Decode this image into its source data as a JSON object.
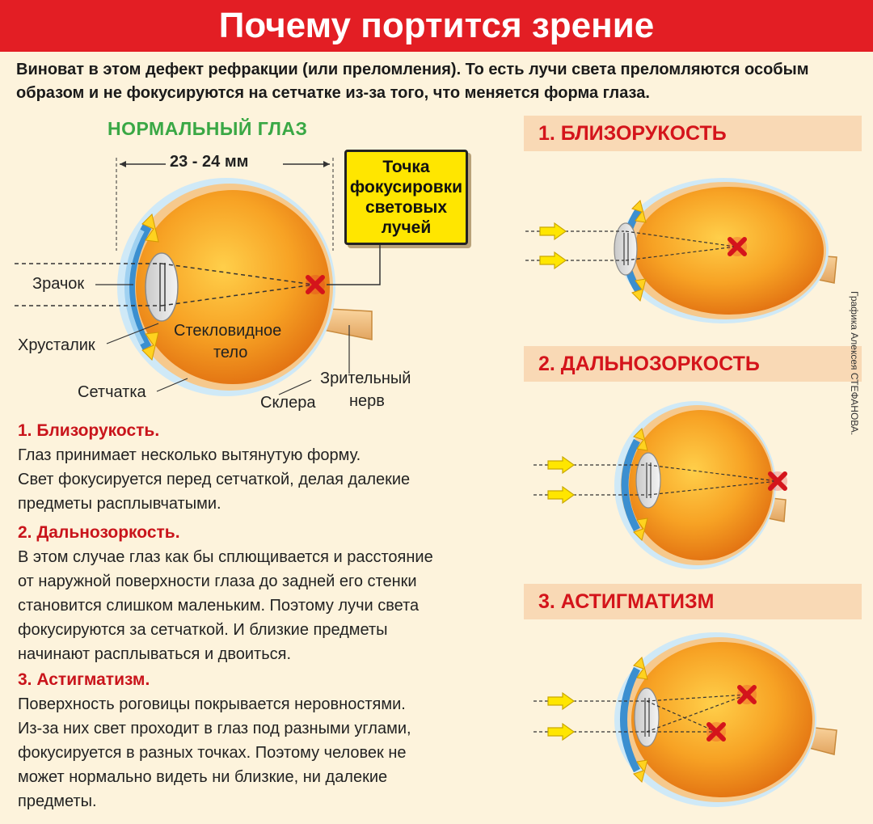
{
  "title": "Почему портится зрение",
  "intro": "Виноват в этом дефект рефракции (или преломления). То есть лучи света преломляются особым образом и не фокусируются на сетчатке из-за того, что меняется форма глаза.",
  "normal_eye": {
    "title": "НОРМАЛЬНЫЙ ГЛАЗ",
    "dimension": "23 - 24 мм",
    "focus_box": "Точка фокусировки световых лучей",
    "labels": {
      "pupil": "Зрачок",
      "lens": "Хрусталик",
      "retina": "Сетчатка",
      "vitreous_1": "Стекловидное",
      "vitreous_2": "тело",
      "sclera": "Склера",
      "nerve_1": "Зрительный",
      "nerve_2": "нерв"
    }
  },
  "sections": [
    {
      "head": "1. БЛИЗОРУКОСТЬ"
    },
    {
      "head": "2. ДАЛЬНОЗОРКОСТЬ"
    },
    {
      "head": "3. АСТИГМАТИЗМ"
    }
  ],
  "descriptions": {
    "myopia_title": "1. Близорукость.",
    "myopia_text": [
      "Глаз принимает несколько вытянутую форму.",
      "Свет фокусируется перед сетчаткой, делая далекие",
      "предметы расплывчатыми."
    ],
    "hyperopia_title": "2. Дальнозоркость.",
    "hyperopia_text": [
      "В этом случае глаз как бы сплющивается и расстояние",
      "от наружной поверхности глаза до задней его стенки",
      "становится слишком маленьким. Поэтому лучи света",
      "фокусируются за сетчаткой. И близкие предметы",
      "начинают расплываться и двоиться."
    ],
    "astig_title": "3. Астигматизм.",
    "astig_text": [
      "Поверхность роговицы покрывается неровностями.",
      "Из-за них свет проходит в глаз под разными углами,",
      "фокусируется в разных точках. Поэтому человек не",
      "может нормально видеть ни близкие, ни далекие",
      "предметы."
    ]
  },
  "credit": "Графика Алексея СТЕФАНОВА.",
  "colors": {
    "title_red": "#e31e24",
    "background": "#fdf3dc",
    "eye_orange": "#f39a1e",
    "green": "#3aa845",
    "yellow": "#ffe600"
  }
}
